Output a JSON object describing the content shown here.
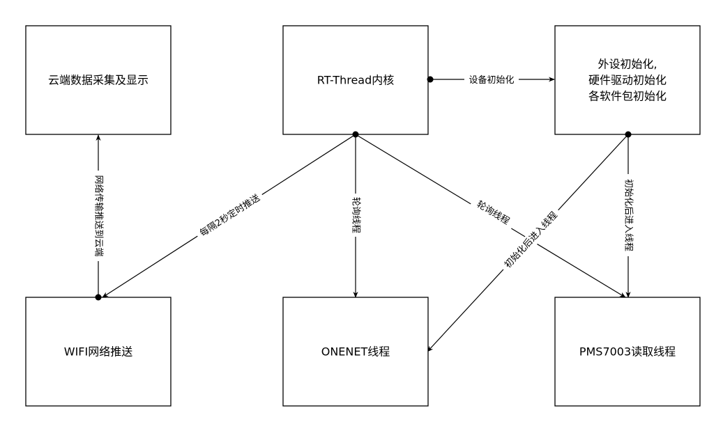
{
  "nodes": {
    "cloud": {
      "label": "云端数据采集及显示"
    },
    "kernel": {
      "label": "RT-Thread内核"
    },
    "peripheral": {
      "lines": [
        "外设初始化,",
        "硬件驱动初始化",
        "各软件包初始化"
      ]
    },
    "wifi": {
      "label": "WIFI网络推送"
    },
    "onenet": {
      "label": "ONENET线程"
    },
    "pms": {
      "label": "PMS7003读取线程"
    }
  },
  "edges": {
    "kernel_to_peripheral": "设备初始化",
    "wifi_to_cloud": "网络传输推送到云端",
    "kernel_to_wifi": "每隔2秒定时推送",
    "kernel_to_onenet": "轮询线程",
    "kernel_to_pms": "轮询线程",
    "peripheral_to_onenet": "初始化后进入线程",
    "peripheral_to_pms": "初始化后进入线程"
  }
}
